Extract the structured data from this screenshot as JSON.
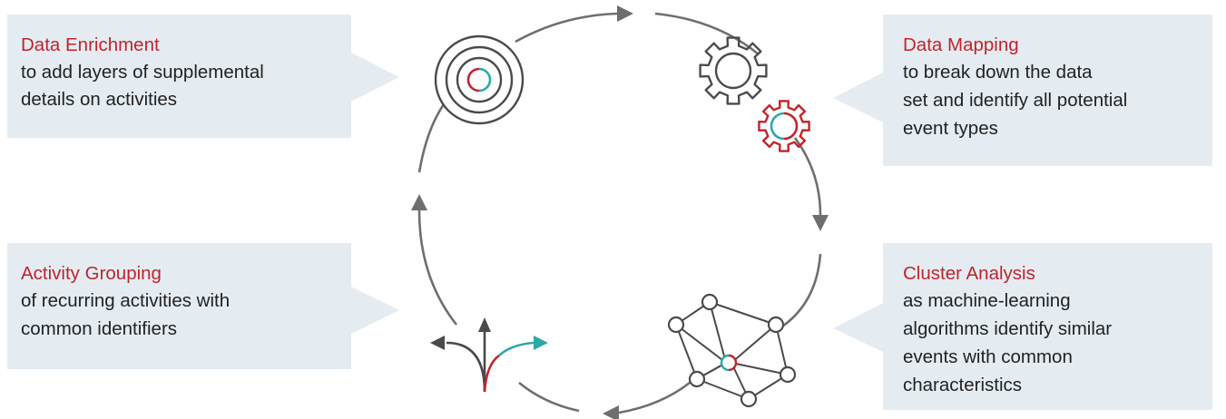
{
  "colors": {
    "callout_bg": "#e4ecf2",
    "title": "#c0242c",
    "body": "#222222",
    "cycle_line": "#6e6e6e",
    "accent_red": "#c0242c",
    "accent_teal": "#2aa9a9",
    "icon_stroke": "#4a4a4a"
  },
  "callouts": {
    "enrichment": {
      "title": "Data Enrichment",
      "lines": [
        "to add layers of supplemental",
        "details on activities"
      ],
      "icon": "concentric-circles-target-icon"
    },
    "mapping": {
      "title": "Data Mapping",
      "lines": [
        "to break down the data",
        "set and identify all potential",
        "event types"
      ],
      "icon": "gears-icon"
    },
    "cluster": {
      "title": "Cluster Analysis",
      "lines": [
        "as machine-learning",
        "algorithms identify similar",
        "events with common",
        "characteristics"
      ],
      "icon": "network-nodes-icon"
    },
    "grouping": {
      "title": "Activity Grouping",
      "lines": [
        "of recurring activities with",
        "common identifiers"
      ],
      "icon": "branching-arrows-icon"
    }
  }
}
